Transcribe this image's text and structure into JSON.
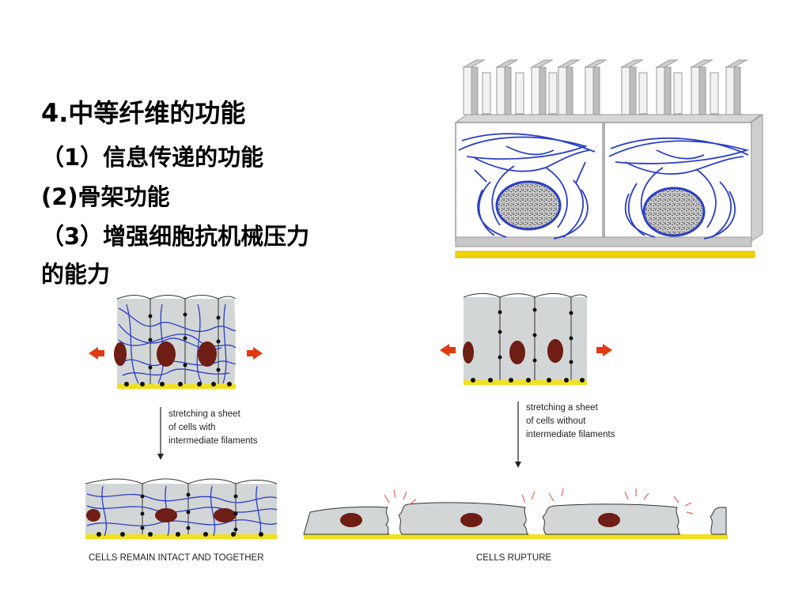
{
  "heading": "4.中等纤维的功能",
  "points": [
    "（1）信息传递的功能",
    "(2)骨架功能",
    "（3）增强细胞抗机械压力",
    "的能力"
  ],
  "figure": {
    "left_caption_lines": [
      "stretching a sheet",
      "of cells with",
      "intermediate filaments"
    ],
    "right_caption_lines": [
      "stretching a sheet",
      "of cells without",
      "intermediate filaments"
    ],
    "left_result": "CELLS REMAIN INTACT AND TOGETHER",
    "right_result": "CELLS RUPTURE"
  },
  "colors": {
    "filament": "#2b3fc4",
    "nucleus": "#6e1e14",
    "cell": "#d3d6d6",
    "membrane": "#f0e020",
    "arrow": "#e23a10"
  }
}
